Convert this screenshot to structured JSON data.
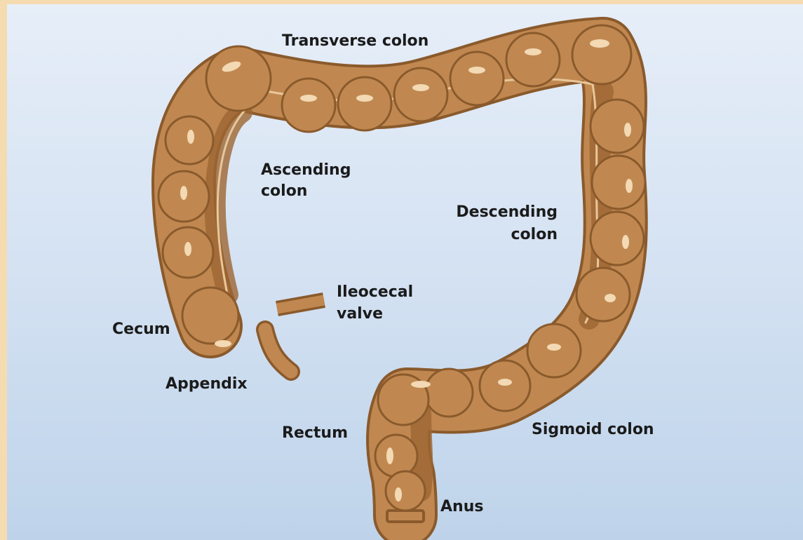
{
  "labels": {
    "transverse_colon": "Transverse colon",
    "ascending_colon_line1": "Ascending",
    "ascending_colon_line2": "colon",
    "descending_colon_line1": "Descending",
    "descending_colon_line2": "colon",
    "ileocecal_valve_line1": "Ileocecal",
    "ileocecal_valve_line2": "valve",
    "cecum": "Cecum",
    "appendix": "Appendix",
    "rectum": "Rectum",
    "sigmoid_colon": "Sigmoid colon",
    "anus": "Anus"
  },
  "colors": {
    "background_outer": "#f5dbb0",
    "background_top": "#e6eef8",
    "background_bottom": "#bed3ea",
    "colon_fill": "#c08850",
    "colon_outline": "#8a5a2c",
    "colon_shadow": "#9c6532",
    "colon_highlight": "#f3d9b4",
    "label_text": "#1b1b1b"
  }
}
